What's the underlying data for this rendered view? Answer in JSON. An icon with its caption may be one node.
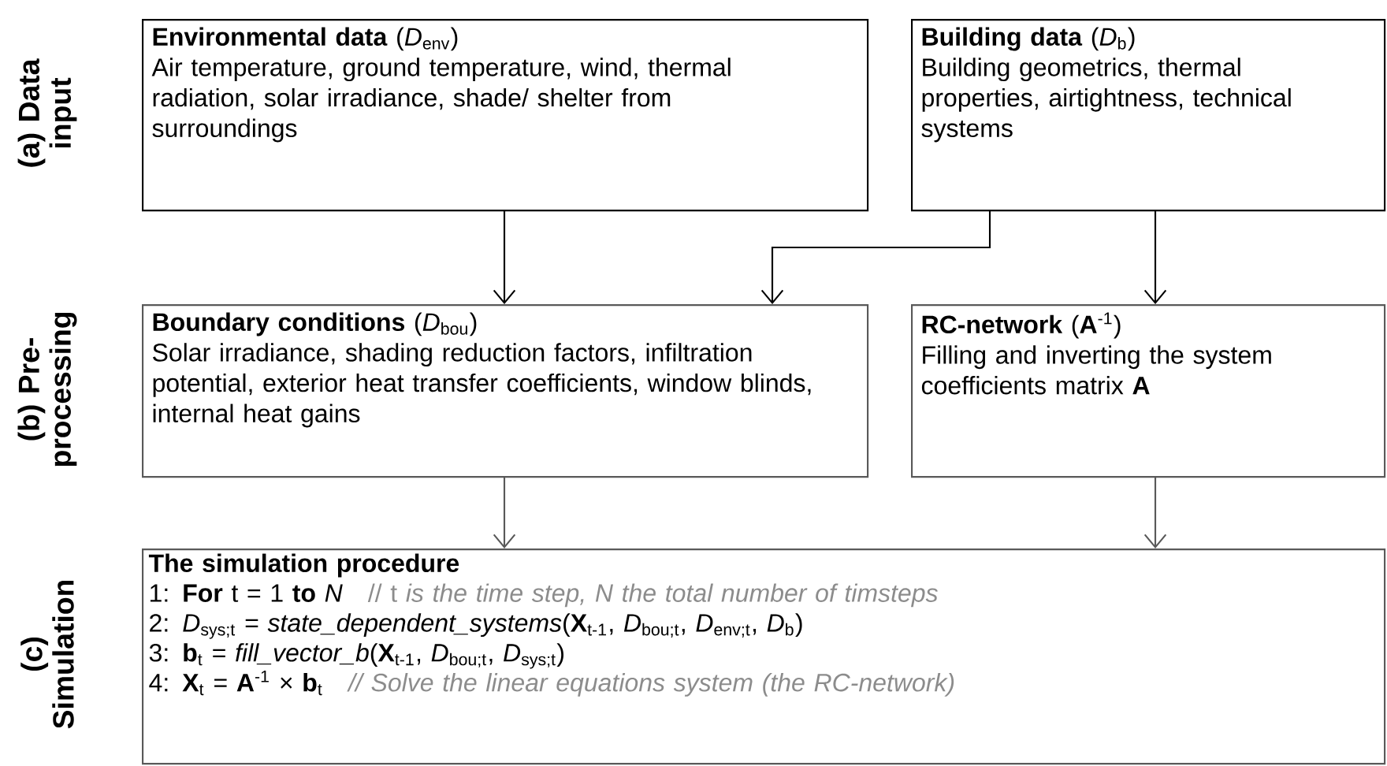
{
  "diagram": {
    "nodes": [
      {
        "text": [
          "**Environmental data** (*D*$_{env}$)",
          "Air temperature, ground temperature, wind, thermal radiation, solar irradiance, shade/ shelter from surroundings"
        ]
      },
      {
        "text": [
          "**Building data** (*D*$_{b}$)",
          "Building geometrics, thermal properties, airtightness, technical systems"
        ]
      },
      {
        "text": [
          "**Boundary conditions** (*D*$_{bou}$)",
          "Solar irradiance, shading reduction factors, infiltration potential, exterior heat transfer coefficients, window blinds, internal heat gains"
        ]
      },
      {
        "text": [
          "**RC-network** (**A**$^{-1}$)",
          "Filling and inverting the system coefficients matrix **A**"
        ]
      },
      {
        "text": [
          "The simulation procedure",
          "1: **For** t = 1 **to** *N*",
          "// t *is the time step, N the total number of timsteps*",
          "2: *D*$_{sys;t}$ = *state_dependent_systems*(**X**$_{t-1}$, *D*$_{bou;t}$, *D*$_{env;t}$, *D*$_{b}$)",
          "3: **b**$_{t}$ = *fill_vector_b*(**X**$_{t-1}$, *D*$_{bou;t}$, *D*$_{sys;t}$)",
          "4: **X**$_{t}$ = **A**$^{-1}$ × **b**$_{t}$",
          "// Solve the linear equations system (the RC-network)"
        ]
      }
    ],
    "edges": [
      {
        "from": 0,
        "to": 2,
        "arrow": "to"
      },
      {
        "from": 1,
        "to": 2,
        "arrow": "to"
      },
      {
        "from": 1,
        "to": 3,
        "arrow": "to"
      },
      {
        "from": 2,
        "to": 4,
        "arrow": "to",
        "color": "#595959"
      },
      {
        "from": 3,
        "to": 4,
        "arrow": "to",
        "color": "#595959"
      }
    ],
    "labels": [
      "(a) Data input",
      "(b) Pre-processing",
      "(c) Simulation"
    ]
  }
}
